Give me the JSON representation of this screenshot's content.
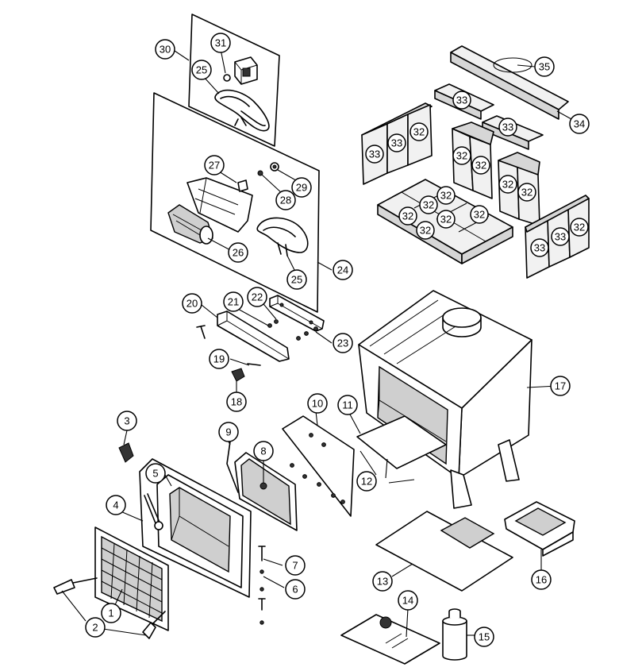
{
  "callouts": [
    {
      "label": "1"
    },
    {
      "label": "2"
    },
    {
      "label": "3"
    },
    {
      "label": "4"
    },
    {
      "label": "5"
    },
    {
      "label": "6"
    },
    {
      "label": "7"
    },
    {
      "label": "8"
    },
    {
      "label": "9"
    },
    {
      "label": "10"
    },
    {
      "label": "11"
    },
    {
      "label": "12"
    },
    {
      "label": "13"
    },
    {
      "label": "14"
    },
    {
      "label": "15"
    },
    {
      "label": "16"
    },
    {
      "label": "17"
    },
    {
      "label": "18"
    },
    {
      "label": "19"
    },
    {
      "label": "20"
    },
    {
      "label": "21"
    },
    {
      "label": "22"
    },
    {
      "label": "23"
    },
    {
      "label": "24"
    },
    {
      "label": "25"
    },
    {
      "label": "25"
    },
    {
      "label": "26"
    },
    {
      "label": "27"
    },
    {
      "label": "28"
    },
    {
      "label": "29"
    },
    {
      "label": "30"
    },
    {
      "label": "31"
    },
    {
      "label": "32"
    },
    {
      "label": "33"
    },
    {
      "label": "34"
    },
    {
      "label": "35"
    }
  ],
  "brick_labels": [
    "33",
    "33",
    "32",
    "32",
    "32",
    "32",
    "32",
    "32",
    "32",
    "32",
    "32",
    "32",
    "32",
    "33",
    "33",
    "32",
    "33",
    "33"
  ]
}
